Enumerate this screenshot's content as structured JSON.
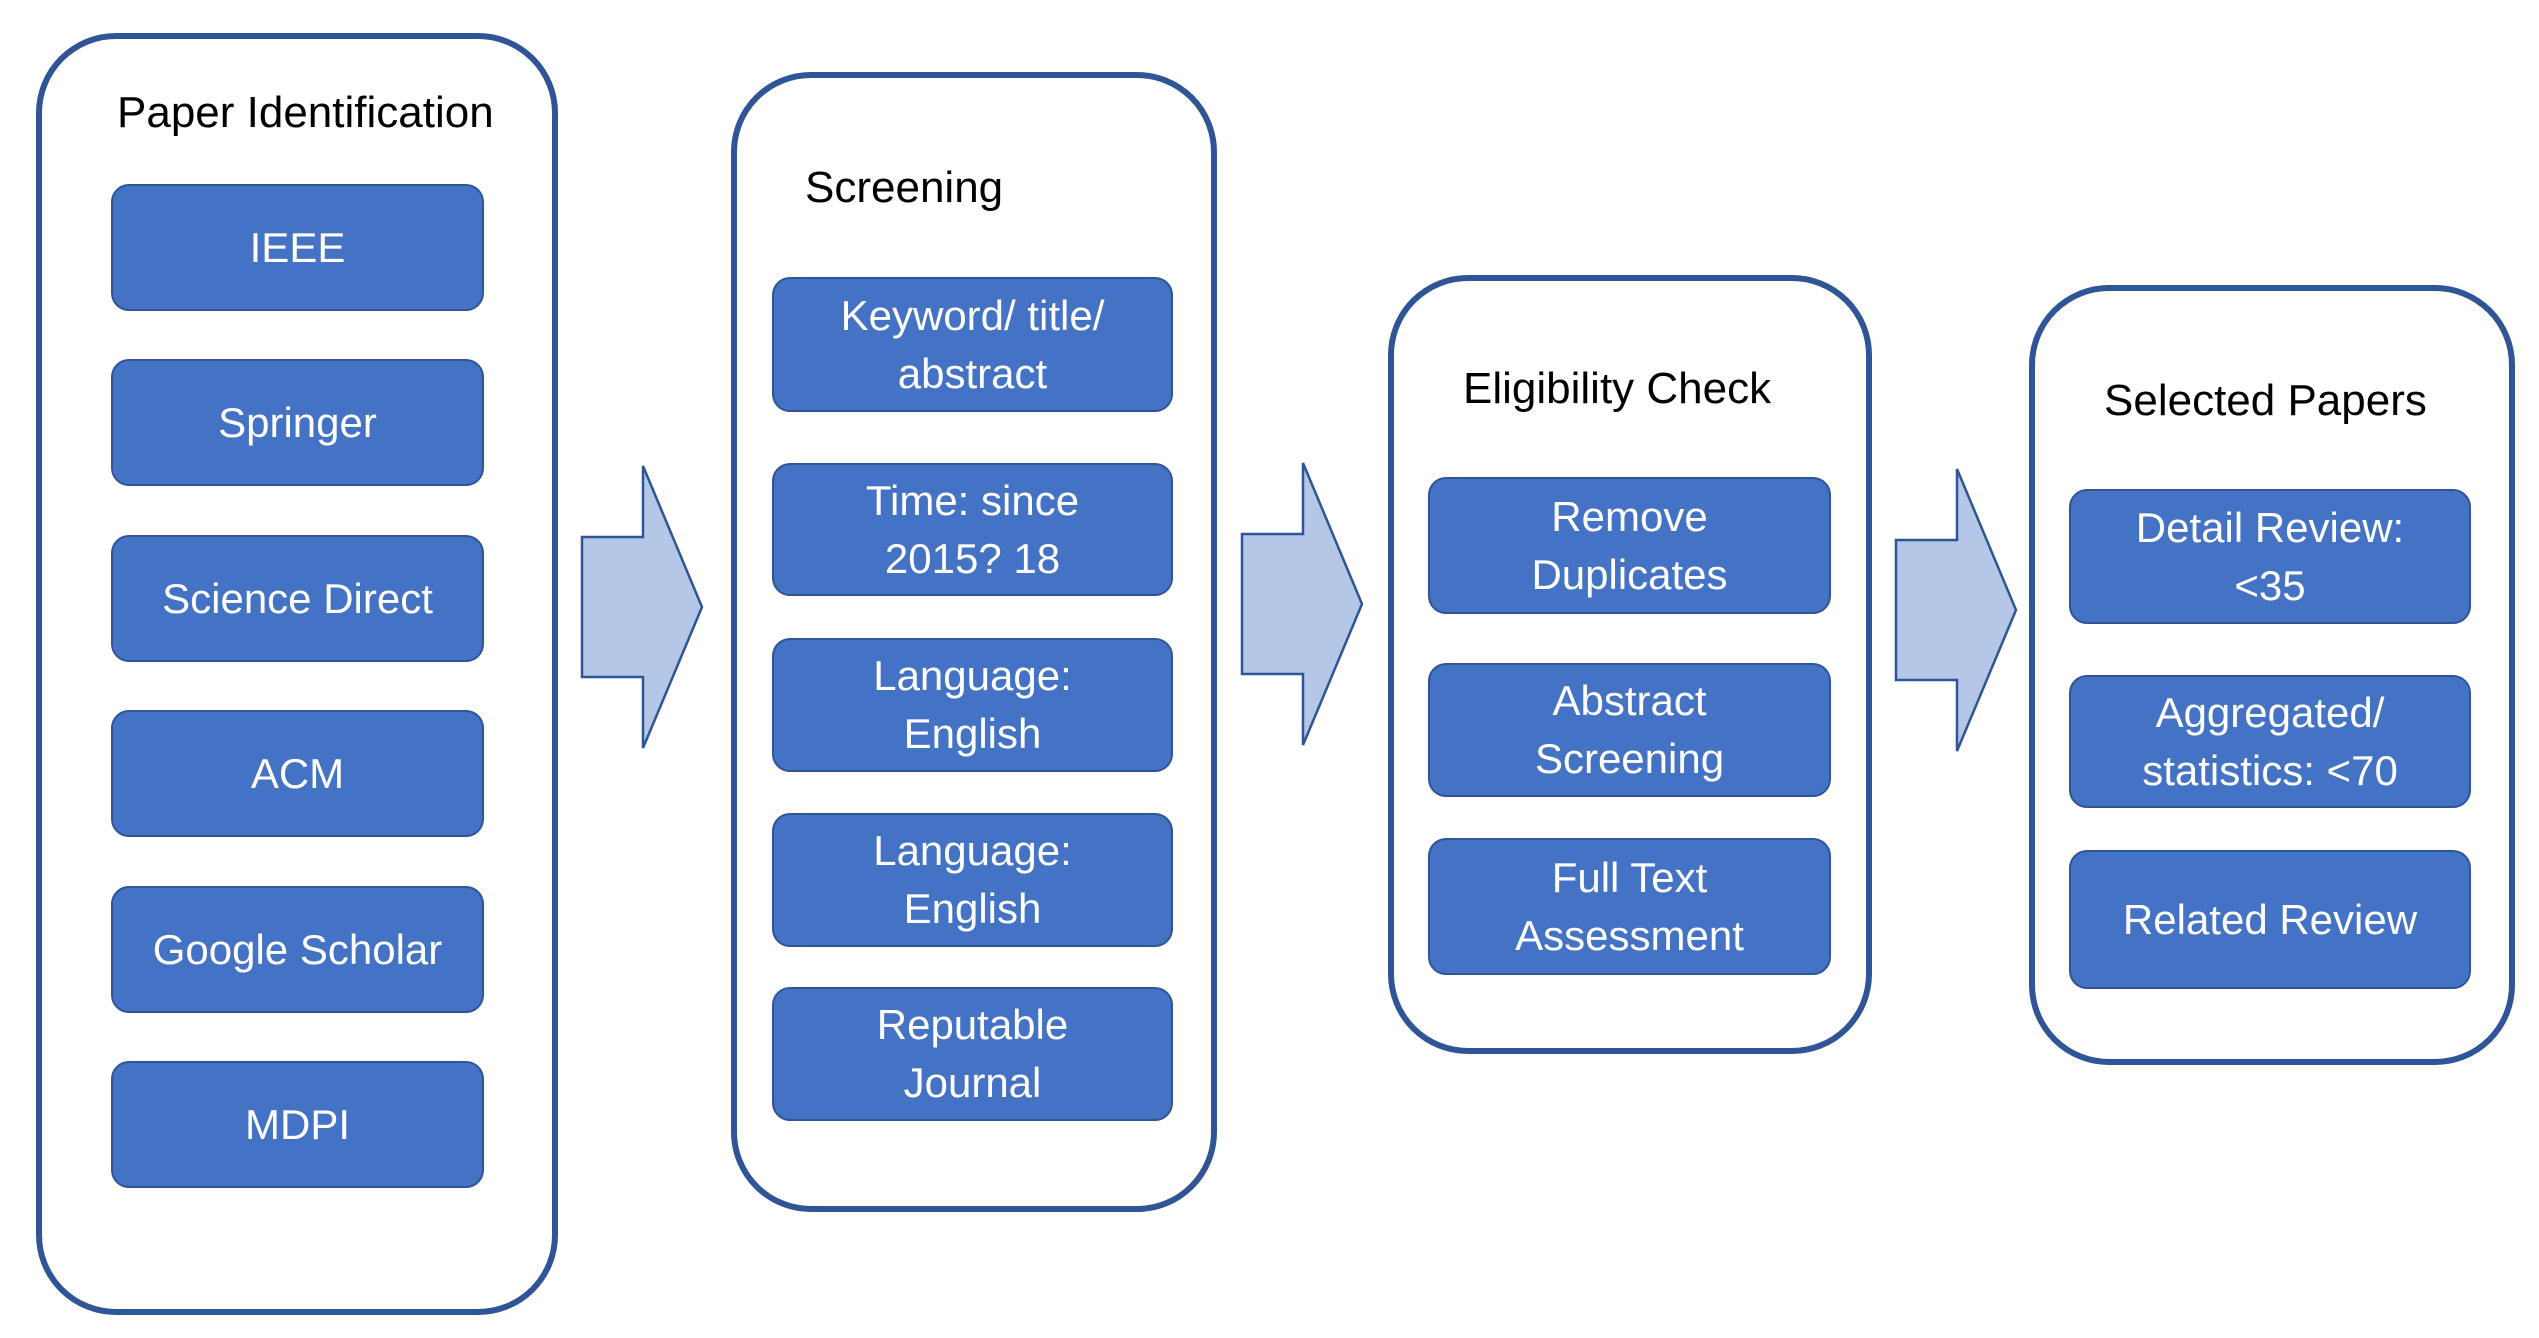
{
  "stages": [
    {
      "title": "Paper Identification",
      "items": [
        "IEEE",
        "Springer",
        "Science Direct",
        "ACM",
        "Google Scholar",
        "MDPI"
      ]
    },
    {
      "title": "Screening",
      "items": [
        "Keyword/ title/ abstract",
        "Time: since 2015? 18",
        "Language: English",
        "Language: English",
        "Reputable Journal"
      ]
    },
    {
      "title": "Eligibility Check",
      "items": [
        "Remove Duplicates",
        "Abstract Screening",
        "Full Text Assessment"
      ]
    },
    {
      "title": "Selected Papers",
      "items": [
        "Detail Review: <35",
        "Aggregated/ statistics: <70",
        "Related Review"
      ]
    }
  ],
  "colors": {
    "box_fill": "#4472c4",
    "box_border": "#2f5597",
    "stage_border": "#2f5597",
    "arrow_fill": "#b4c7e7",
    "arrow_stroke": "#2f5597"
  }
}
